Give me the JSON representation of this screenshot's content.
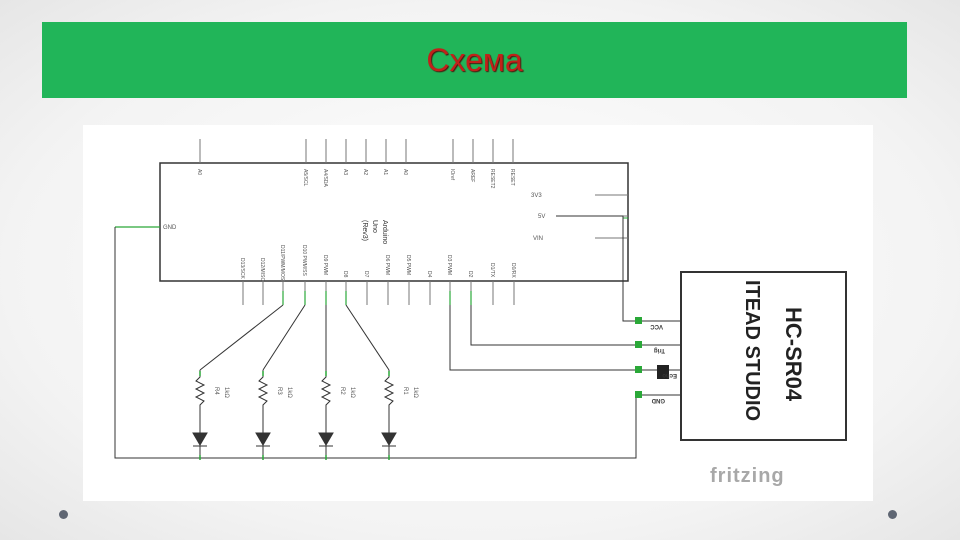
{
  "slide": {
    "title": "Схема"
  },
  "schematic": {
    "arduino": {
      "name_lines": [
        "Arduino",
        "Uno",
        "(Rev3)"
      ],
      "top_pins_left": [
        "A0"
      ],
      "top_pins_mid": [
        "A5/SCL",
        "A4/SDA",
        "A3",
        "A2",
        "A1",
        "A0"
      ],
      "top_pins_right": [
        "IOref",
        "AREF",
        "RESET2",
        "RESET"
      ],
      "right_pins": [
        "3V3",
        "5V",
        "VIN"
      ],
      "left_pin": "GND",
      "bottom_pins": [
        "D13/SCK",
        "D12/MISO",
        "D11/PWM/MOSI",
        "D10 PWM/SS",
        "D9 PWM",
        "D8",
        "D7",
        "D6 PWM",
        "D5 PWM",
        "D4",
        "D3 PWM",
        "D2",
        "D1/TX",
        "D0/RX"
      ]
    },
    "sensor": {
      "model": "HC-SR04",
      "maker": "ITEAD STUDIO",
      "pins": [
        "VCC",
        "Trig",
        "Echo",
        "GND"
      ]
    },
    "resistors": [
      {
        "name": "R4",
        "value": "1kΩ"
      },
      {
        "name": "R3",
        "value": "1kΩ"
      },
      {
        "name": "R2",
        "value": "1kΩ"
      },
      {
        "name": "R1",
        "value": "1kΩ"
      }
    ],
    "watermark": "fritzing"
  }
}
